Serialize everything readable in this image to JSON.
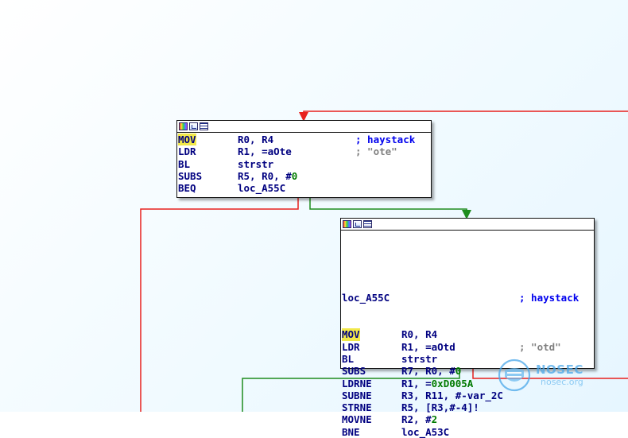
{
  "colors": {
    "edge_false": "#e8211e",
    "edge_true": "#1e8c1e",
    "mnemonic": "#000080",
    "number": "#007a00",
    "comment": "#0000ee",
    "string": "#808080",
    "highlight": "#f1e84a"
  },
  "icons": [
    "color-palette-icon",
    "graph-view-icon",
    "text-view-icon"
  ],
  "node1": {
    "lines": [
      {
        "mn": "MOV",
        "op": "R0, R4",
        "op_num": "",
        "cmt": "; haystack",
        "str": "",
        "hl": true
      },
      {
        "mn": "LDR",
        "op": "R1, =aOte",
        "op_num": "",
        "cmt": "",
        "str": "; \"ote\"",
        "hl": false
      },
      {
        "mn": "BL",
        "op": "strstr",
        "op_num": "",
        "cmt": "",
        "str": "",
        "hl": false
      },
      {
        "mn": "SUBS",
        "op": "R5, R0, #",
        "op_num": "0",
        "cmt": "",
        "str": "",
        "hl": false
      },
      {
        "mn": "BEQ",
        "op": "loc_A55C",
        "op_num": "",
        "cmt": "",
        "str": "",
        "hl": false
      }
    ]
  },
  "node2": {
    "label": "loc_A55C",
    "label_cmt": "; haystack",
    "lines": [
      {
        "mn": "MOV",
        "op": "R0, R4",
        "op_num": "",
        "cmt": "",
        "str": "",
        "hl": true
      },
      {
        "mn": "LDR",
        "op": "R1, =aOtd",
        "op_num": "",
        "cmt": "",
        "str": "; \"otd\"",
        "hl": false
      },
      {
        "mn": "BL",
        "op": "strstr",
        "op_num": "",
        "cmt": "",
        "str": "",
        "hl": false
      },
      {
        "mn": "SUBS",
        "op": "R7, R0, #",
        "op_num": "0",
        "cmt": "",
        "str": "",
        "hl": false
      },
      {
        "mn": "LDRNE",
        "op": "R1, =",
        "op_num": "0xD005A",
        "cmt": "",
        "str": "",
        "hl": false
      },
      {
        "mn": "SUBNE",
        "op": "R3, R11, #-var_2C",
        "op_num": "",
        "cmt": "",
        "str": "",
        "hl": false
      },
      {
        "mn": "STRNE",
        "op": "R5, [R3,#-4]!",
        "op_num": "",
        "cmt": "",
        "str": "",
        "hl": false
      },
      {
        "mn": "MOVNE",
        "op": "R2, #",
        "op_num": "2",
        "cmt": "",
        "str": "",
        "hl": false
      },
      {
        "mn": "BNE",
        "op": "loc_A53C",
        "op_num": "",
        "cmt": "",
        "str": "",
        "hl": false
      }
    ]
  },
  "watermark": {
    "brand": "NOSEC",
    "domain": "nosec.org"
  }
}
